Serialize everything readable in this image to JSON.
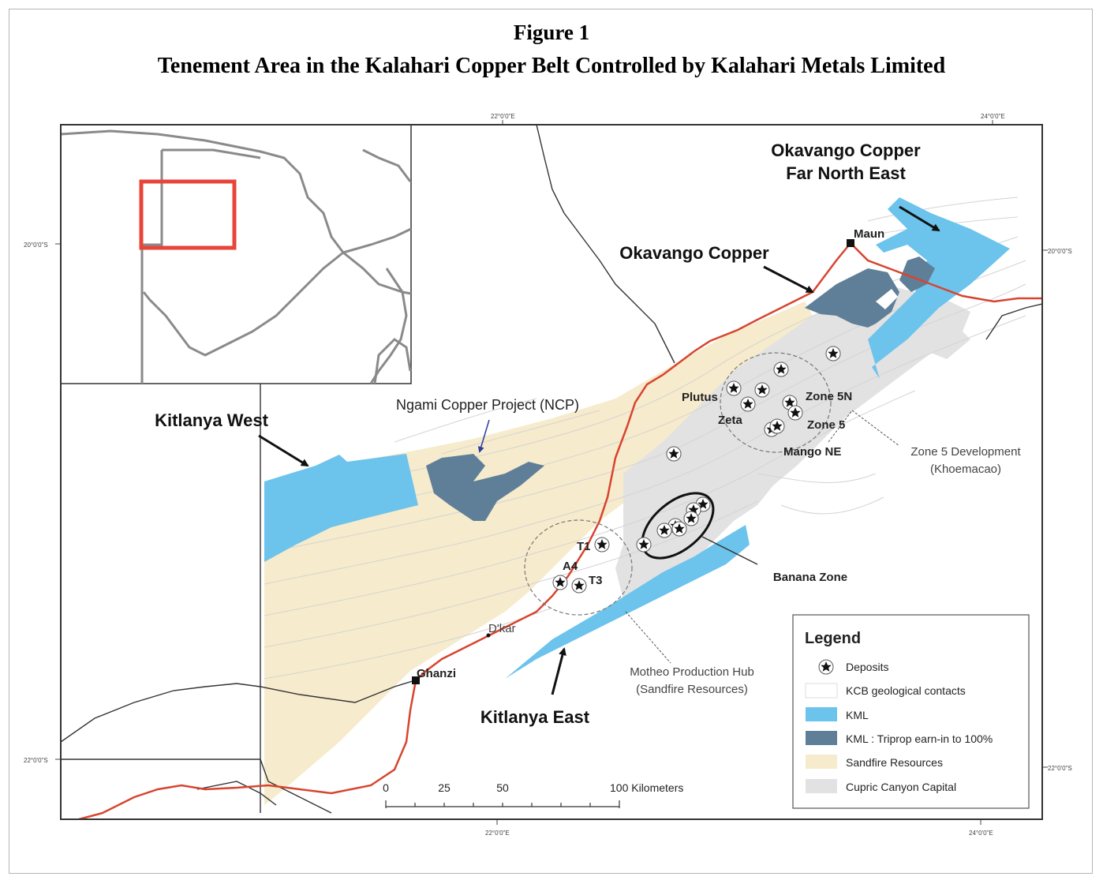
{
  "figure": {
    "number": "Figure 1",
    "title": "Tenement Area in the Kalahari Copper Belt Controlled by Kalahari Metals Limited"
  },
  "coordinates": {
    "top_left_lon": "22°0'0\"E",
    "top_right_lon": "24°0'0\"E",
    "bottom_left_lon": "22°0'0\"E",
    "bottom_right_lon": "24°0'0\"E",
    "left_top_lat": "20°0'0\"S",
    "left_bottom_lat": "22°0'0\"S",
    "right_top_lat": "20°0'0\"S",
    "right_bottom_lat": "22°0'0\"S"
  },
  "labels": {
    "okavango_fne_line1": "Okavango Copper",
    "okavango_fne_line2": "Far North East",
    "okavango_copper": "Okavango Copper",
    "kitlanya_west": "Kitlanya West",
    "ncp": "Ngami Copper Project (NCP)",
    "kitlanya_east": "Kitlanya East",
    "banana_zone": "Banana Zone",
    "zone5_dev_line1": "Zone 5 Development",
    "zone5_dev_line2": "(Khoemacao)",
    "motheo_line1": "Motheo Production Hub",
    "motheo_line2": "(Sandfire Resources)"
  },
  "towns": {
    "maun": "Maun",
    "ghanzi": "Ghanzi",
    "dkar": "D'kar"
  },
  "deposits": {
    "plutus": "Plutus",
    "zeta": "Zeta",
    "zone5n": "Zone 5N",
    "zone5": "Zone 5",
    "mango_ne": "Mango NE",
    "t1": "T1",
    "a4": "A4",
    "t3": "T3"
  },
  "scale_bar": {
    "ticks": [
      "0",
      "25",
      "50"
    ],
    "end_label": "100 Kilometers"
  },
  "legend": {
    "title": "Legend",
    "items": [
      {
        "label": "Deposits",
        "symbol": "star-icon",
        "color": "#111111"
      },
      {
        "label": "KCB geological contacts",
        "symbol": "line",
        "color": "#d9d9d9"
      },
      {
        "label": "KML",
        "symbol": "fill",
        "color": "#6cc3ec"
      },
      {
        "label": "KML : Triprop earn-in to 100%",
        "symbol": "fill",
        "color": "#5f7f99"
      },
      {
        "label": "Sandfire Resources",
        "symbol": "fill",
        "color": "#f6ebcc"
      },
      {
        "label": "Cupric Canyon Capital",
        "symbol": "fill",
        "color": "#e2e2e2"
      }
    ]
  },
  "colors": {
    "kml": "#6cc3ec",
    "kml_triprop": "#5f7f99",
    "sandfire": "#f6ebcc",
    "cupric": "#e2e2e2",
    "road": "#d7452f",
    "inset_box": "#e8443a"
  }
}
